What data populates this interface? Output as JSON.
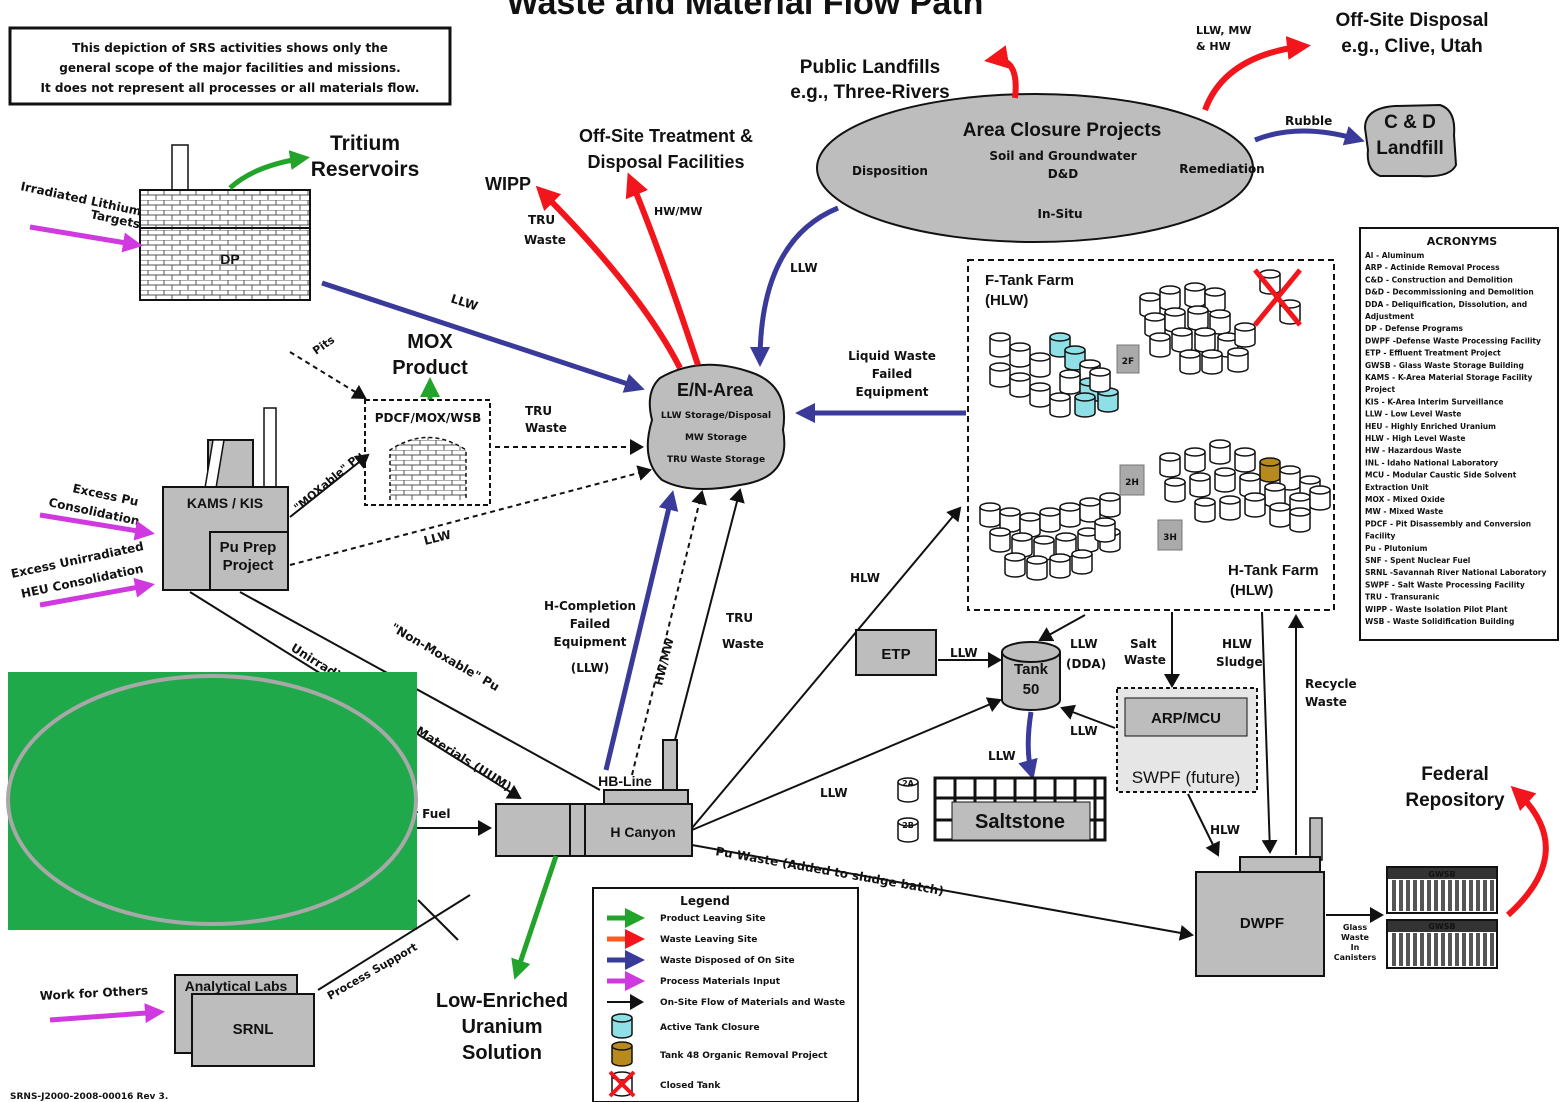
{
  "title": "Waste and Material Flow Path",
  "disclaimer": [
    "This depiction of SRS activities shows only the",
    "general scope of the major facilities and missions.",
    "It does not represent all processes or all materials flow."
  ],
  "facilities": {
    "dp": "DP",
    "kams": "KAMS / KIS",
    "pu_prep": [
      "Pu Prep",
      "Project"
    ],
    "pdcf": "PDCF/MOX/WSB",
    "mox_product": [
      "MOX",
      "Product"
    ],
    "en_area": {
      "name": "E/N-Area",
      "lines": [
        "LLW Storage/Disposal",
        "MW Storage",
        "TRU Waste Storage"
      ]
    },
    "area_closure": {
      "name": "Area Closure Projects",
      "lines": [
        "Soil and Groundwater",
        "D&D"
      ],
      "left": "Disposition",
      "right": "Remediation",
      "bottom": "In-Situ"
    },
    "cd_landfill": [
      "C & D",
      "Landfill"
    ],
    "f_tank": [
      "F-Tank Farm",
      "(HLW)"
    ],
    "h_tank": [
      "H-Tank Farm",
      "(HLW)"
    ],
    "etp": "ETP",
    "tank50": [
      "Tank",
      "50"
    ],
    "arp": "ARP/MCU",
    "swpf": "SWPF (future)",
    "saltstone": "Saltstone",
    "dwpf": "DWPF",
    "hb_line": "HB-Line",
    "h_canyon": "H Canyon",
    "analytical": "Analytical Labs",
    "srnl": "SRNL",
    "gwsb": "GWSB",
    "tank_2a": "2A",
    "tank_2b": "2B",
    "tank_2f": "2F",
    "tank_2h": "2H",
    "tank_3h": "3H"
  },
  "destinations": {
    "tritium": [
      "Tritium",
      "Reservoirs"
    ],
    "wipp": "WIPP",
    "offsite_treatment": [
      "Off-Site Treatment &",
      "Disposal Facilities"
    ],
    "public_landfills": [
      "Public Landfills",
      "e.g., Three-Rivers"
    ],
    "offsite_disposal": [
      "Off-Site Disposal",
      "e.g., Clive, Utah"
    ],
    "federal_repo": [
      "Federal",
      "Repository"
    ],
    "leu": [
      "Low-Enriched",
      "Uranium",
      "Solution"
    ]
  },
  "flow_labels": {
    "irradiated": [
      "Irradiated Lithium",
      "Targets"
    ],
    "excess_pu": [
      "Excess Pu",
      "Consolidation"
    ],
    "excess_heu": [
      "Excess Unirradiated",
      "HEU Consolidation"
    ],
    "work_others": "Work for Others",
    "llw": "LLW",
    "pits": "Pits",
    "moxable": "\"MOXable\" Pu",
    "tru_waste": [
      "TRU",
      "Waste"
    ],
    "hw_mw": "HW/MW",
    "llw_mw_hw": [
      "LLW, MW",
      "& HW"
    ],
    "rubble": "Rubble",
    "liquid_waste": [
      "Liquid Waste",
      "Failed",
      "Equipment"
    ],
    "hlw": "HLW",
    "h_completion": [
      "H-Completion",
      "Failed",
      "Equipment",
      "(LLW)"
    ],
    "non_moxable": "\"Non-Moxable\" Pu",
    "unirradiated": "Unirradi...",
    "materials_uum": "Materials (UUM)",
    "fuel": "r Fuel",
    "process_support": "Process Support",
    "pu_waste": "Pu Waste (Added to sludge batch)",
    "llw_dda": [
      "LLW",
      "(DDA)"
    ],
    "salt_waste": [
      "Salt",
      "Waste"
    ],
    "hlw_sludge": [
      "HLW",
      "Sludge"
    ],
    "recycle": [
      "Recycle",
      "Waste"
    ],
    "glass_waste": [
      "Glass",
      "Waste",
      "In",
      "Canisters"
    ]
  },
  "legend": {
    "title": "Legend",
    "items": [
      "Product Leaving Site",
      "Waste Leaving Site",
      "Waste Disposed of On Site",
      "Process Materials Input",
      "On-Site Flow of Materials and Waste",
      "Active Tank Closure",
      "Tank 48 Organic Removal Project",
      "Closed Tank"
    ]
  },
  "acronyms": {
    "title": "ACRONYMS",
    "items": [
      "Al -  Aluminum",
      "ARP - Actinide Removal Process",
      "C&D - Construction and Demolition",
      "D&D - Decommissioning and Demolition",
      "DDA - Deliquification, Dissolution, and",
      "         Adjustment",
      "DP -  Defense Programs",
      "DWPF -Defense Waste Processing Facility",
      "ETP - Effluent Treatment Project",
      "GWSB - Glass Waste Storage Building",
      "KAMS - K-Area Material Storage Facility",
      "         Project",
      "KIS -  K-Area Interim Surveillance",
      "LLW - Low Level Waste",
      "HEU - Highly Enriched Uranium",
      "HLW - High Level Waste",
      "HW -  Hazardous Waste",
      "INL -  Idaho National Laboratory",
      "MCU - Modular Caustic Side Solvent",
      "         Extraction Unit",
      "MOX - Mixed Oxide",
      "MW -  Mixed Waste",
      "PDCF - Pit Disassembly and Conversion",
      "         Facility",
      "Pu -  Plutonium",
      "SNF - Spent Nuclear Fuel",
      "SRNL -Savannah River National Laboratory",
      "SWPF - Salt Waste Processing Facility",
      "TRU - Transuranic",
      "WIPP - Waste Isolation Pilot Plant",
      "WSB - Waste Solidification Building"
    ]
  },
  "footer": "SRNS-J2000-2008-00016 Rev 3.",
  "colors": {
    "product": "#22a32a",
    "waste_offsite": "#f2161c",
    "waste_onsite": "#3a3a9a",
    "input": "#d038e0",
    "active_tank": "#8fdfe6",
    "tank48": "#b88a1e",
    "redaction": "#1fa94b"
  }
}
